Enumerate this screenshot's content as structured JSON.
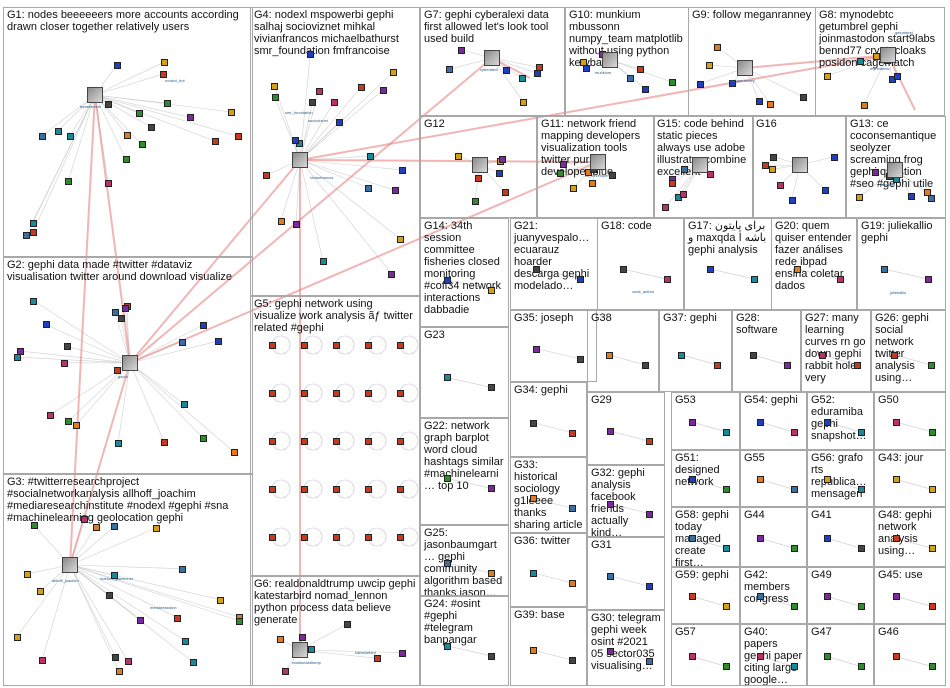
{
  "groups": [
    {
      "id": "G1",
      "label": "G1: nodes beeeeeers more accounts according drawn closer together relatively users"
    },
    {
      "id": "G2",
      "label": "G2: gephi data made #twitter #dataviz visualisation twitter around download visualize"
    },
    {
      "id": "G3",
      "label": "G3: #twitterresearchproject #socialnetworkanalysis allhoff_joachim #mediaresearchinstitute #nodexl #gephi #sna #machinelearning geolocation gephi"
    },
    {
      "id": "G4",
      "label": "G4: nodexl mspowerbi gephi salhaj socioviznet mihkal vivianfrancos michaelbathurst smr_foundation fmfrancoise"
    },
    {
      "id": "G5",
      "label": "G5: gephi network using visualize work analysis ãƒ twitter related #gephi"
    },
    {
      "id": "G6",
      "label": "G6: realdonaldtrump uwcip gephi katestarbird nomad_lennon python process data believe generate"
    },
    {
      "id": "G7",
      "label": "G7: gephi cyberalexi data first allowed let's look tool used build"
    },
    {
      "id": "G8",
      "label": "G8: mynodebtc getumbrel gephi joinmastodon start9labs bennd77 cryptocloaks posidon cagematch"
    },
    {
      "id": "G9",
      "label": "G9: follow meganranney"
    },
    {
      "id": "G10",
      "label": "G10: munkium mbussonn numpy_team matplotlib without using python kerybas"
    },
    {
      "id": "G11",
      "label": "G11: network friend mapping developers visualization tools twitter purple developer blue"
    },
    {
      "id": "G12",
      "label": "G12"
    },
    {
      "id": "G13",
      "label": "G13: ce coconsemantique seolyzer screaming frog gephi question #seo #gephi utile"
    },
    {
      "id": "G14",
      "label": "G14: 34th session committee fisheries closed monitoring #cofi34 network interactions dabbadie"
    },
    {
      "id": "G15",
      "label": "G15: code behind static pieces always use adobe illustrator combine excellent"
    },
    {
      "id": "G16",
      "label": "G16"
    },
    {
      "id": "G17",
      "label": "G17: برای پایتون و maxqda باشه ا gephi analysis"
    },
    {
      "id": "G18",
      "label": "G18: code"
    },
    {
      "id": "G19",
      "label": "G19: juliekallio gephi"
    },
    {
      "id": "G20",
      "label": "G20: quem quiser entender fazer análises rede ibpad ensina coletar dados"
    },
    {
      "id": "G21",
      "label": "G21: juanyvespalo… ecuarauz hoarder descarga gephi modelado…"
    },
    {
      "id": "G22",
      "label": "G22: network graph barplot word cloud hashtags similar #machinelearni… top 10"
    },
    {
      "id": "G23",
      "label": "G23"
    },
    {
      "id": "G24",
      "label": "G24: #osint #gephi #telegram banpangar"
    },
    {
      "id": "G25",
      "label": "G25: jasonbaumgart… gephi community algorithm based thanks jason…"
    },
    {
      "id": "G26",
      "label": "G26: gephi social network twitter analysis using…"
    },
    {
      "id": "G27",
      "label": "G27: many learning curves rn go down gephi rabbit hole very"
    },
    {
      "id": "G28",
      "label": "G28: software"
    },
    {
      "id": "G29",
      "label": "G29"
    },
    {
      "id": "G30",
      "label": "G30: telegram gephi week osint #2021 05 sector035 visualising…"
    },
    {
      "id": "G31",
      "label": "G31"
    },
    {
      "id": "G32",
      "label": "G32: gephi analysis facebook friends actually kind…"
    },
    {
      "id": "G33",
      "label": "G33: historical sociology g1leeee thanks sharing article loved…"
    },
    {
      "id": "G34",
      "label": "G34: gephi"
    },
    {
      "id": "G35",
      "label": "G35: joseph"
    },
    {
      "id": "G36",
      "label": "G36: twitter"
    },
    {
      "id": "G37",
      "label": "G37: gephi"
    },
    {
      "id": "G38",
      "label": "G38"
    },
    {
      "id": "G39",
      "label": "G39: base"
    },
    {
      "id": "G40",
      "label": "G40: papers gephi paper citing large google…"
    },
    {
      "id": "G41",
      "label": "G41"
    },
    {
      "id": "G42",
      "label": "G42: members congress"
    },
    {
      "id": "G43",
      "label": "G43: jour"
    },
    {
      "id": "G44",
      "label": "G44"
    },
    {
      "id": "G45",
      "label": "G45: use"
    },
    {
      "id": "G46",
      "label": "G46"
    },
    {
      "id": "G47",
      "label": "G47"
    },
    {
      "id": "G48",
      "label": "G48: gephi network analysis using…"
    },
    {
      "id": "G49",
      "label": "G49"
    },
    {
      "id": "G50",
      "label": "G50"
    },
    {
      "id": "G51",
      "label": "G51: designed network"
    },
    {
      "id": "G52",
      "label": "G52: eduramiba gephi snapshot…"
    },
    {
      "id": "G53",
      "label": "G53"
    },
    {
      "id": "G54",
      "label": "G54: gephi"
    },
    {
      "id": "G55",
      "label": "G55"
    },
    {
      "id": "G56",
      "label": "G56: grafo rts república… mensagen…"
    },
    {
      "id": "G57",
      "label": "G57"
    },
    {
      "id": "G58",
      "label": "G58: gephi today managed create first…"
    },
    {
      "id": "G59",
      "label": "G59: gephi"
    }
  ],
  "node_labels": {
    "g1_hub": "beeeeeeers",
    "g1_a": "nodexl_bot",
    "g2_hub": "gephi",
    "g3_a": "allhoff_joachim",
    "g3_b": "markus_gamecher",
    "g3_c": "mediaresearch",
    "g4_a": "socioviznet",
    "g4_b": "vivianfrancos",
    "g4_c": "smr_foundation",
    "g6_a": "realdonaldtrump",
    "g6_b": "katestarbird",
    "g7_a": "cyberalexi",
    "g8_a": "mynodebtc",
    "g8_b": "getumbrel",
    "g9_a": "meganranney",
    "g10_a": "munkium",
    "g11_a": "tw_developers",
    "g13_a": "seolyzer",
    "g18_a": "code_author",
    "g19_a": "juliekallio"
  },
  "colors": {
    "edge_gray": "#c4c4c4",
    "edge_red": "#e87878",
    "panel_border": "#a8a8a8",
    "label_text": "#111111"
  }
}
